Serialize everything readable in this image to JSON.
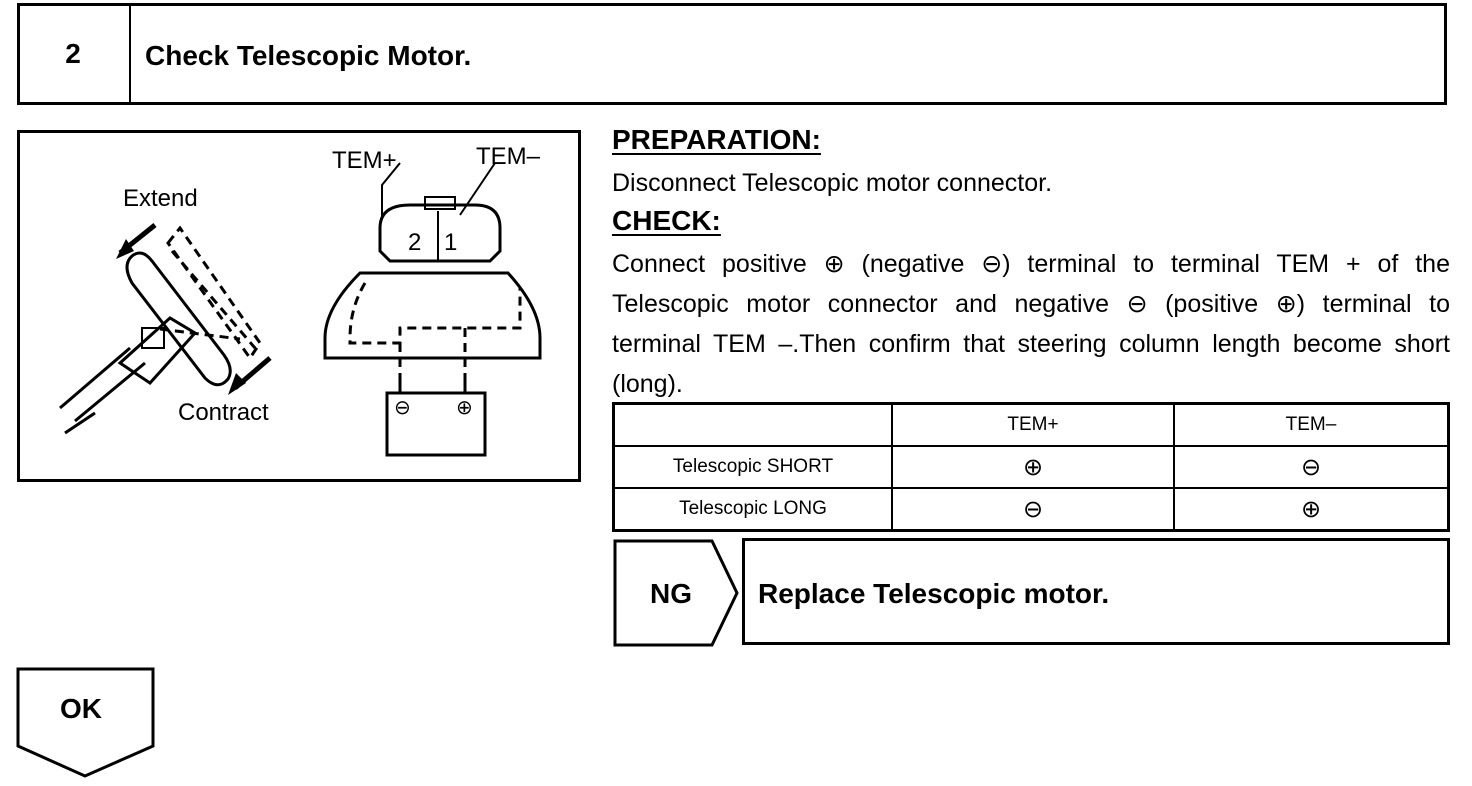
{
  "step": {
    "number": "2",
    "title": "Check Telescopic Motor."
  },
  "figure": {
    "labels": {
      "extend": "Extend",
      "contract": "Contract",
      "tem_plus": "TEM+",
      "tem_minus": "TEM–",
      "pin_2": "2",
      "pin_1": "1",
      "battery_minus": "⊖",
      "battery_plus": "⊕"
    }
  },
  "preparation": {
    "heading": "PREPARATION:",
    "text": "Disconnect Telescopic motor connector."
  },
  "check": {
    "heading": "CHECK:",
    "text": "Connect positive ⊕ (negative ⊖) terminal to terminal TEM + of the Telescopic motor connector and negative ⊖ (positive ⊕) terminal to terminal TEM –.Then confirm that steering column length become short (long)."
  },
  "table": {
    "headers": [
      "",
      "TEM+",
      "TEM–"
    ],
    "rows": [
      [
        "Telescopic SHORT",
        "⊕",
        "⊖"
      ],
      [
        "Telescopic LONG",
        "⊖",
        "⊕"
      ]
    ]
  },
  "ng": {
    "label": "NG",
    "action": "Replace Telescopic motor."
  },
  "ok": {
    "label": "OK"
  }
}
